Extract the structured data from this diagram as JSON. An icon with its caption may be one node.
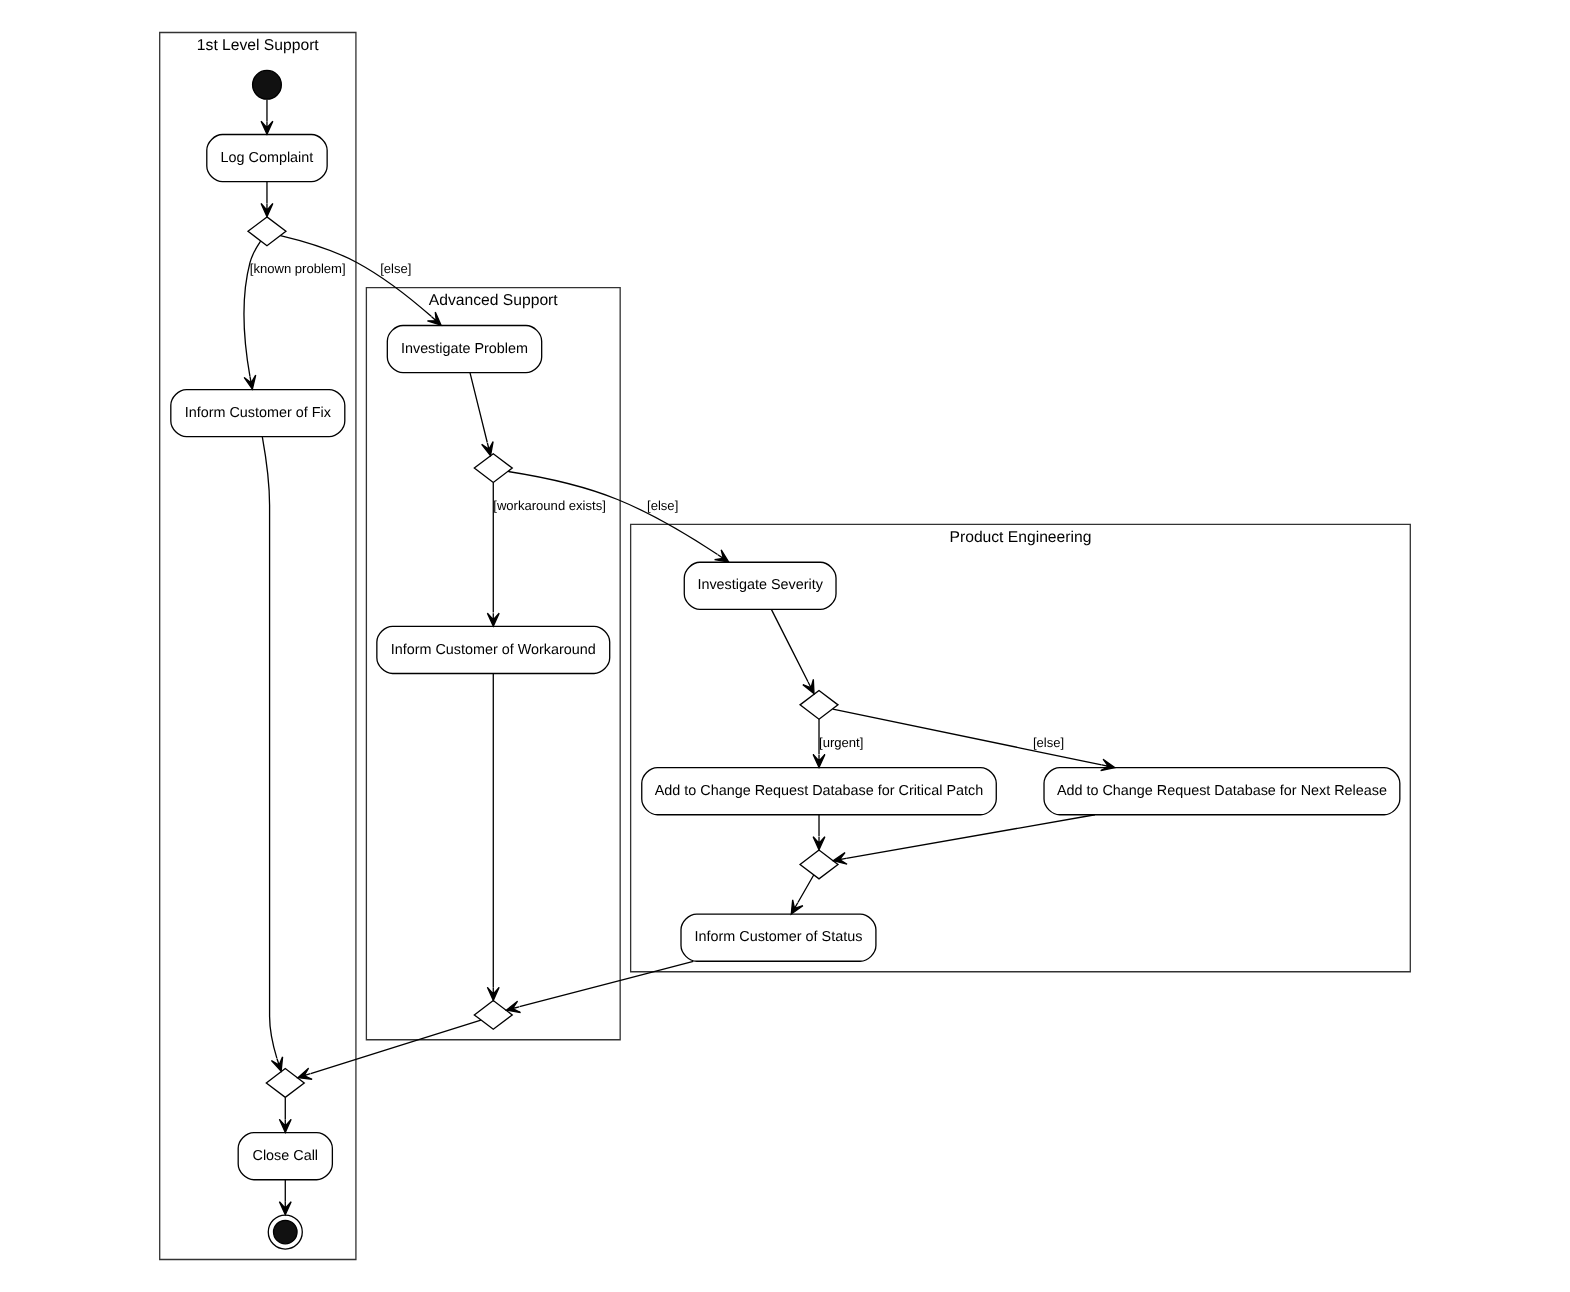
{
  "diagram": {
    "nodes": [
      {
        "text": [
          "1st Level Support"
        ]
      },
      {
        "text": [
          "Advanced Support"
        ]
      },
      {
        "text": [
          "Product Engineering"
        ]
      },
      {
        "text": [],
        "shape": "circle",
        "in": 0
      },
      {
        "text": [
          "Log Complaint"
        ],
        "in": 0
      },
      {
        "text": [],
        "shape": "diamond",
        "in": 0
      },
      {
        "text": [
          "Inform Customer of Fix"
        ],
        "in": 0
      },
      {
        "text": [],
        "shape": "diamond",
        "in": 0
      },
      {
        "text": [
          "Close Call"
        ],
        "in": 0
      },
      {
        "text": [],
        "shape": "bullseye",
        "in": 0
      },
      {
        "text": [
          "Investigate Problem"
        ],
        "in": 1
      },
      {
        "text": [],
        "shape": "diamond",
        "in": 1
      },
      {
        "text": [
          "Inform Customer of Workaround"
        ],
        "in": 1
      },
      {
        "text": [],
        "shape": "diamond",
        "in": 1
      },
      {
        "text": [
          "Investigate Severity"
        ],
        "in": 2
      },
      {
        "text": [],
        "shape": "diamond",
        "in": 2
      },
      {
        "text": [
          "Add to Change Request Database for Critical Patch"
        ],
        "in": 2
      },
      {
        "text": [
          "Add to Change Request Database for Next Release"
        ],
        "in": 2
      },
      {
        "text": [],
        "shape": "diamond",
        "in": 2
      },
      {
        "text": [
          "Inform Customer of Status"
        ],
        "in": 2
      }
    ],
    "edges": [
      {
        "from": 3,
        "to": 4,
        "arrow": "to"
      },
      {
        "from": 4,
        "to": 5,
        "arrow": "to"
      },
      {
        "from": 5,
        "to": 6,
        "arrow": "to",
        "label": "[known problem]"
      },
      {
        "from": 5,
        "to": 10,
        "arrow": "to",
        "label": "[else]"
      },
      {
        "from": 10,
        "to": 11,
        "arrow": "to"
      },
      {
        "from": 11,
        "to": 12,
        "arrow": "to",
        "label": "[workaround exists]"
      },
      {
        "from": 11,
        "to": 14,
        "arrow": "to",
        "label": "[else]"
      },
      {
        "from": 14,
        "to": 15,
        "arrow": "to"
      },
      {
        "from": 15,
        "to": 16,
        "arrow": "to",
        "label": "[urgent]"
      },
      {
        "from": 15,
        "to": 17,
        "arrow": "to",
        "label": "[else]"
      },
      {
        "from": 16,
        "to": 18,
        "arrow": "to"
      },
      {
        "from": 17,
        "to": 18,
        "arrow": "to"
      },
      {
        "from": 18,
        "to": 19,
        "arrow": "to"
      },
      {
        "from": 19,
        "to": 13,
        "arrow": "to"
      },
      {
        "from": 12,
        "to": 13,
        "arrow": "to"
      },
      {
        "from": 13,
        "to": 7,
        "arrow": "to"
      },
      {
        "from": 6,
        "to": 7,
        "arrow": "to"
      },
      {
        "from": 7,
        "to": 8,
        "arrow": "to"
      },
      {
        "from": 8,
        "to": 9,
        "arrow": "to"
      }
    ]
  }
}
